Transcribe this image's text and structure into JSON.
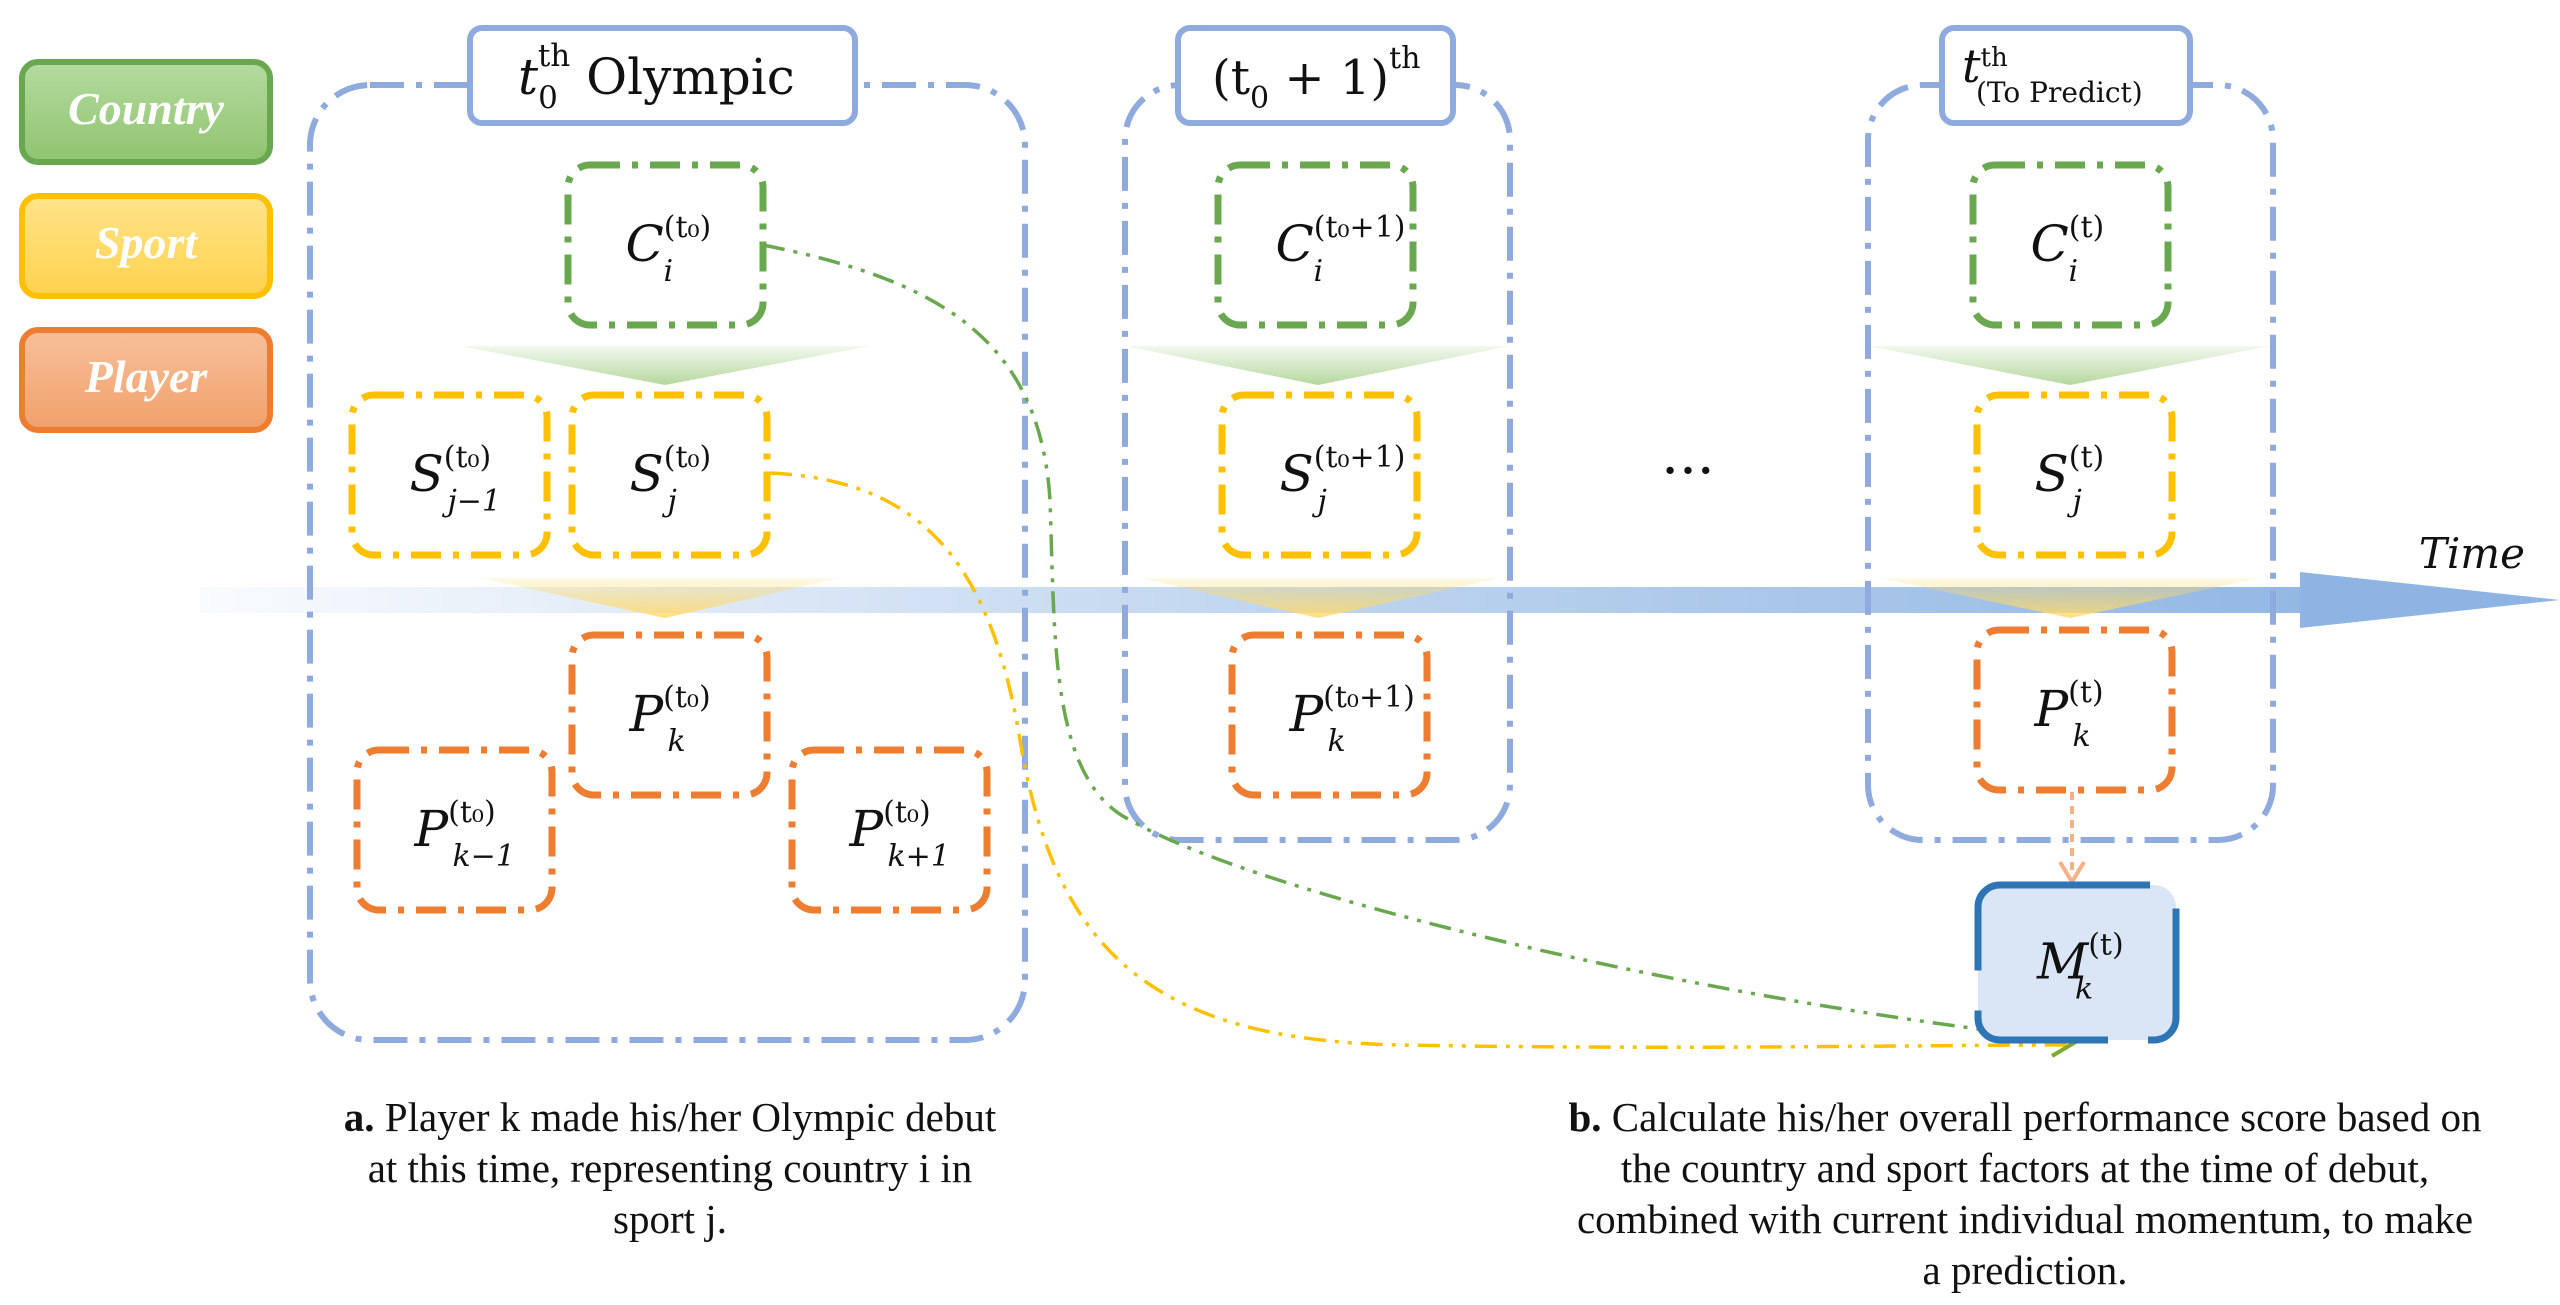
{
  "legend": {
    "country": "Country",
    "sport": "Sport",
    "player": "Player"
  },
  "colors": {
    "country": "#6aa84f",
    "country_fill": "#a9d18e",
    "sport": "#ffc000",
    "sport_fill": "#ffd966",
    "player": "#ed7d31",
    "player_fill": "#f4b183",
    "group_border": "#8faadc",
    "momentum_border": "#2e75b6",
    "momentum_fill": "#dae6f5",
    "time_arrow": "#8db4e2"
  },
  "time_label": "Time",
  "ellipsis": "···",
  "groups": {
    "g1": {
      "title_base": "t",
      "title_sub": "0",
      "title_sup": "th",
      "title_suffix": " Olympic"
    },
    "g2": {
      "title_base": "(t",
      "title_sub": "0",
      "title_mid": " + 1)",
      "title_sup": "th"
    },
    "g3": {
      "title_base": "t",
      "title_sup": "th",
      "title_sub": "(To Predict)"
    }
  },
  "nodes": {
    "c1": {
      "base": "C",
      "sub": "i",
      "sup": "(t₀)"
    },
    "c2": {
      "base": "C",
      "sub": "i",
      "sup": "(t₀+1)"
    },
    "c3": {
      "base": "C",
      "sub": "i",
      "sup": "(t)"
    },
    "s1a": {
      "base": "S",
      "sub": "j−1",
      "sup": "(t₀)"
    },
    "s1b": {
      "base": "S",
      "sub": "j",
      "sup": "(t₀)"
    },
    "s2": {
      "base": "S",
      "sub": "j",
      "sup": "(t₀+1)"
    },
    "s3": {
      "base": "S",
      "sub": "j",
      "sup": "(t)"
    },
    "p1": {
      "base": "P",
      "sub": "k",
      "sup": "(t₀)"
    },
    "p1a": {
      "base": "P",
      "sub": "k−1",
      "sup": "(t₀)"
    },
    "p1b": {
      "base": "P",
      "sub": "k+1",
      "sup": "(t₀)"
    },
    "p2": {
      "base": "P",
      "sub": "k",
      "sup": "(t₀+1)"
    },
    "p3": {
      "base": "P",
      "sub": "k",
      "sup": "(t)"
    },
    "m": {
      "base": "M",
      "sub": "k",
      "sup": "(t)"
    }
  },
  "captions": {
    "a_bold": "a.",
    "a_text": "Player k made his/her Olympic debut at this time, representing country i in sport j.",
    "b_bold": "b.",
    "b_text": "Calculate his/her overall performance score based on the country and sport factors at the time of debut, combined with current individual momentum, to make a prediction."
  }
}
